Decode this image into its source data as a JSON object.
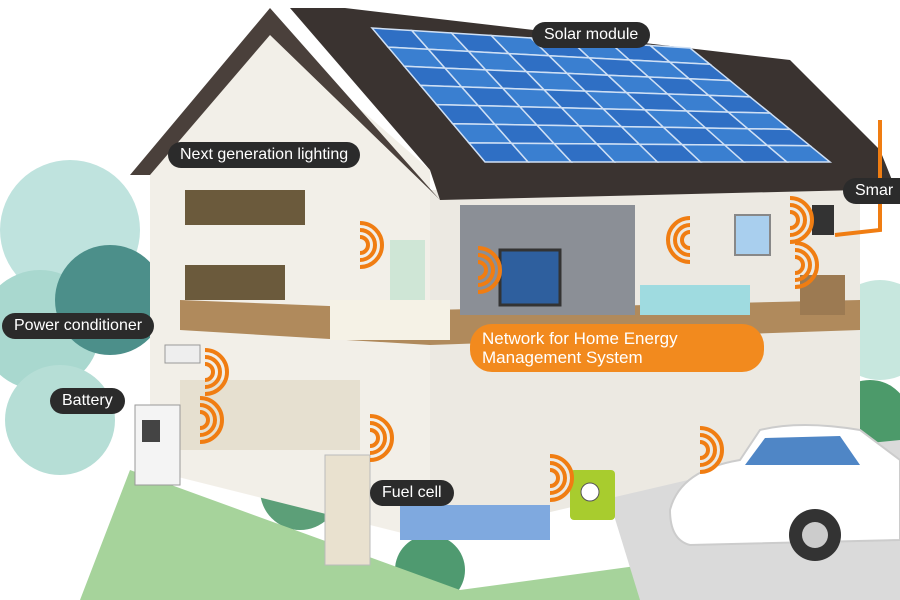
{
  "labels": {
    "solar_module": "Solar module",
    "lighting": "Next generation lighting",
    "smart_meter": "Smar",
    "power_conditioner": "Power conditioner",
    "battery": "Battery",
    "fuel_cell": "Fuel cell",
    "hems": "Network for Home Energy Management System"
  },
  "colors": {
    "label_bg": "#2b2b2b",
    "hems_bg": "#f28a1e",
    "signal": "#f07d12",
    "solar_panel": "#2f6fc4",
    "roof": "#3a3330"
  },
  "icons": [
    "wireless-signal-icon"
  ]
}
